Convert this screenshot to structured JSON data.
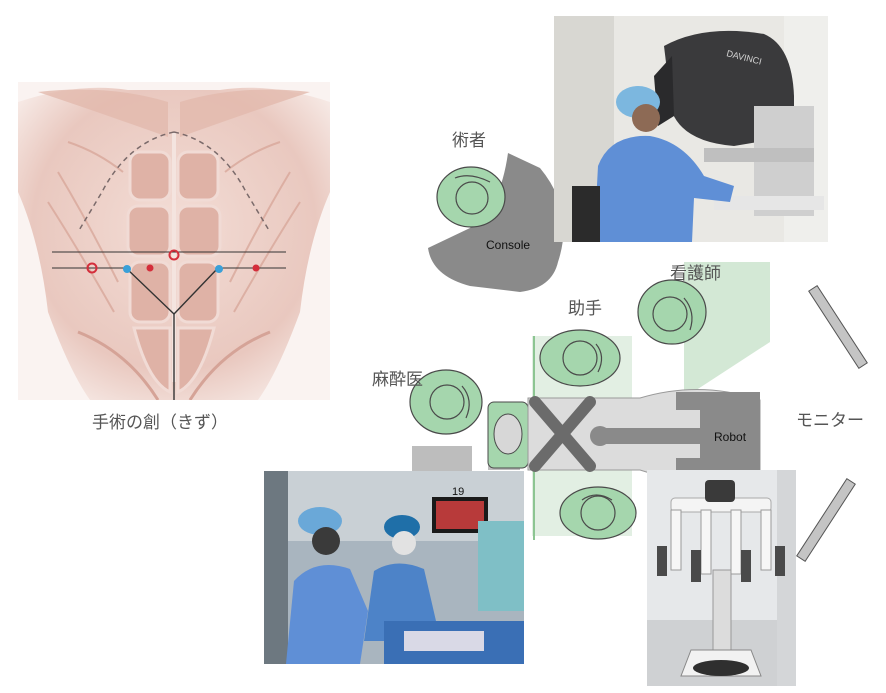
{
  "labels": {
    "surgeon": "術者",
    "assistant": "助手",
    "nurse": "看護師",
    "anesthesiologist": "麻酔医",
    "monitor": "モニター",
    "wound_caption": "手術の創（きず）",
    "console": "Console",
    "robot": "Robot"
  },
  "photo_texts": {
    "console_brand": "DAVINCI",
    "or_screen_number": "19"
  },
  "colors": {
    "person_green": "#a5d6ad",
    "person_outline": "#4a4a4a",
    "equipment_gray": "#8a8a8a",
    "equipment_light": "#bdbdbd",
    "floor_green": "#d3e8d5",
    "line_green": "#8cc592",
    "port_red": "#d42e3b",
    "port_blue": "#3aa0d8",
    "muscle": "#e7c9c0",
    "scrub_blue": "#5f8fd6"
  }
}
